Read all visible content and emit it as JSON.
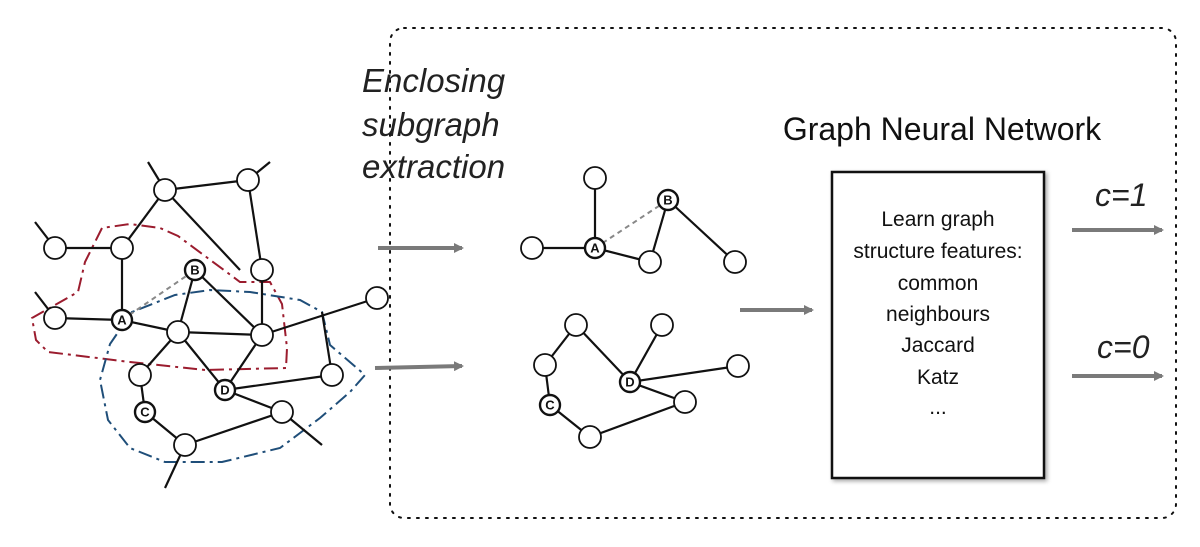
{
  "labels": {
    "extraction_line1": "Enclosing",
    "extraction_line2": "subgraph",
    "extraction_line3": "extraction",
    "gnn_title": "Graph Neural Network",
    "output_positive": "c=1",
    "output_negative": "c=0"
  },
  "gnn_box": {
    "lines": [
      "Learn graph",
      "structure features:",
      "common",
      "neighbours",
      "Jaccard",
      "Katz",
      "..."
    ]
  },
  "node_labels": {
    "A": "A",
    "B": "B",
    "C": "C",
    "D": "D"
  },
  "colors": {
    "subgraph_A_boundary": "#9b1c2e",
    "subgraph_D_boundary": "#1f4e79",
    "target_link": "#888888",
    "arrow": "#7a7a7a"
  }
}
